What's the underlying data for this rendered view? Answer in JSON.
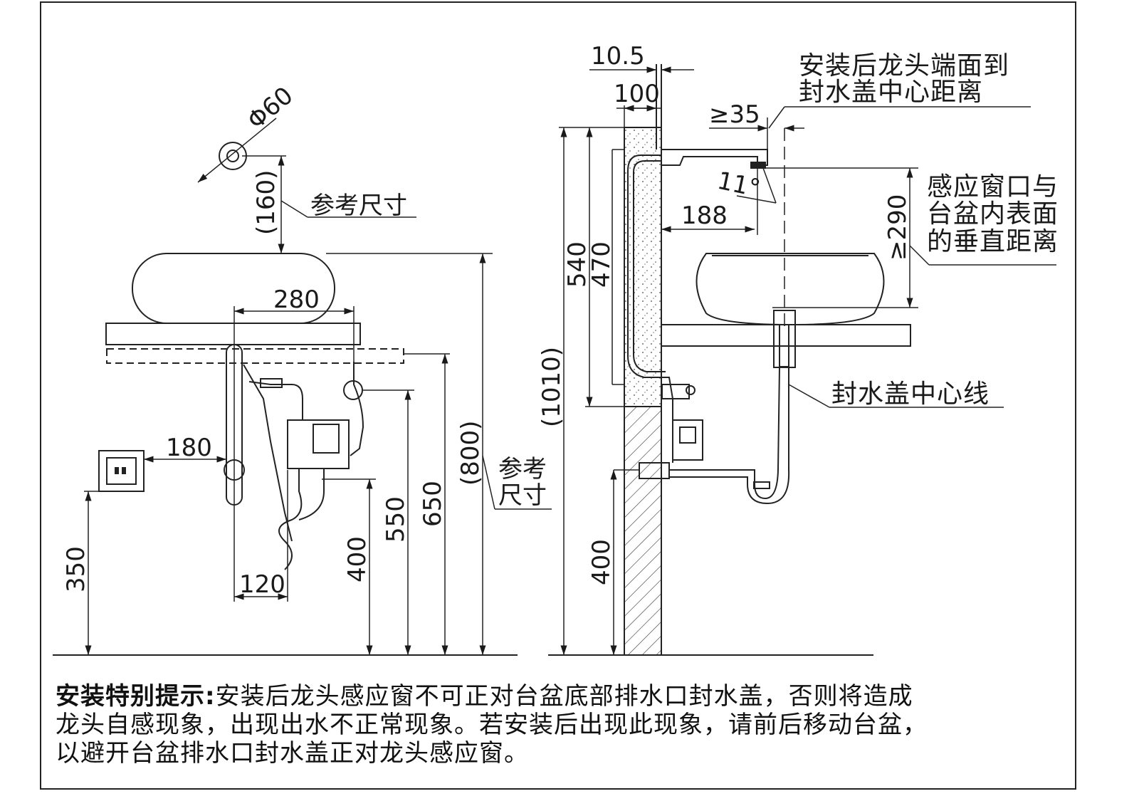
{
  "left_view": {
    "dims": {
      "d60": "Φ60",
      "d160": "(160)",
      "d280": "280",
      "d180": "180",
      "d120": "120",
      "d350": "350",
      "d400": "400",
      "d550": "550",
      "d650": "650",
      "d800": "(800)"
    },
    "ref_size_label": "参考尺寸",
    "ref_label_line1": "参考",
    "ref_label_line2": "尺寸"
  },
  "right_view": {
    "dims": {
      "d10_5": "10.5",
      "d100": "100",
      "d35": "≥35",
      "d11deg": "11°",
      "d188": "188",
      "d290": "≥290",
      "d540": "540",
      "d470": "470",
      "d1010": "(1010)",
      "d400": "400"
    },
    "faucet_dist_line1": "安装后龙头端面到",
    "faucet_dist_line2": "封水盖中心距离",
    "sensor_line1": "感应窗口与",
    "sensor_line2": "台盆内表面",
    "sensor_line3": "的垂直距离",
    "drain_center_label": "封水盖中心线"
  },
  "note": {
    "heading": "安装特别提示:",
    "line1": "安装后龙头感应窗不可正对台盆底部排水口封水盖，否则将造成",
    "line2": "龙头自感现象，出现出水不正常现象。若安装后出现此现象，请前后移动台盆，",
    "line3": "以避开台盆排水口封水盖正对龙头感应窗。"
  }
}
